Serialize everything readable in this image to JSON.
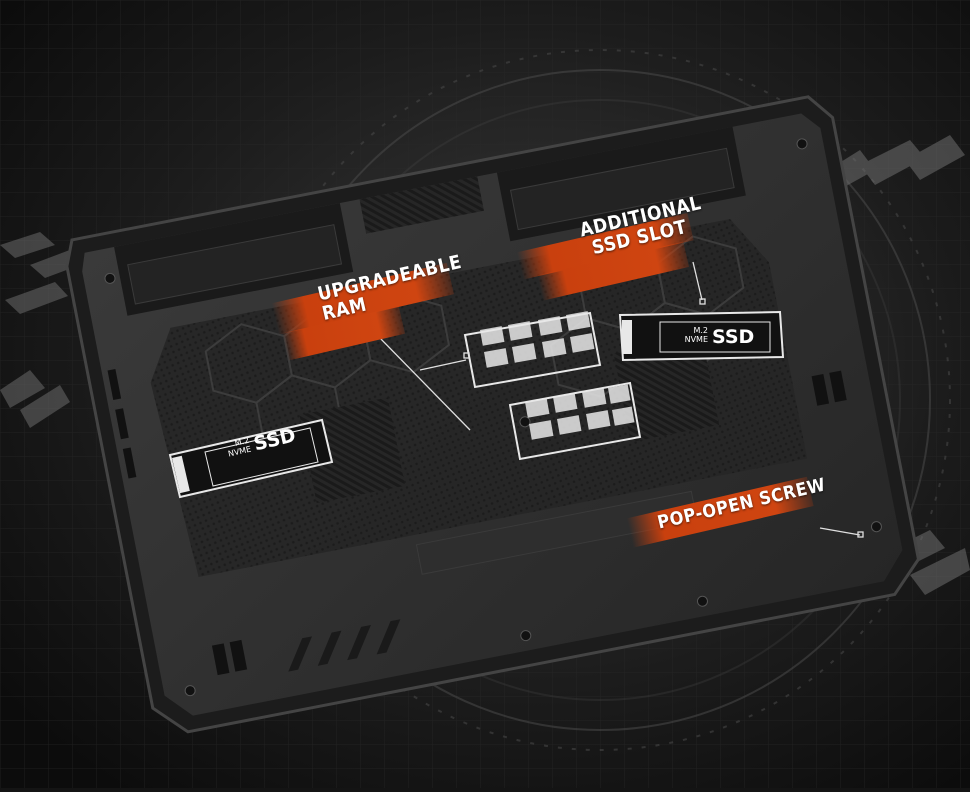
{
  "callouts": {
    "upgradeable_ram": {
      "line1": "UPGRADEABLE",
      "line2": "RAM"
    },
    "additional_ssd": {
      "line1": "ADDITIONAL",
      "line2": "SSD SLOT"
    },
    "pop_open_screw": {
      "line1": "POP-OPEN SCREW"
    }
  },
  "ssd_left": {
    "line1": "M.2",
    "line2": "NVME",
    "big": "SSD"
  },
  "ssd_right": {
    "line1": "M.2",
    "line2": "NVME",
    "big": "SSD"
  },
  "colors": {
    "accent": "#c9400e",
    "background": "#1a1a1a",
    "chassis": "#2b2b2b"
  }
}
